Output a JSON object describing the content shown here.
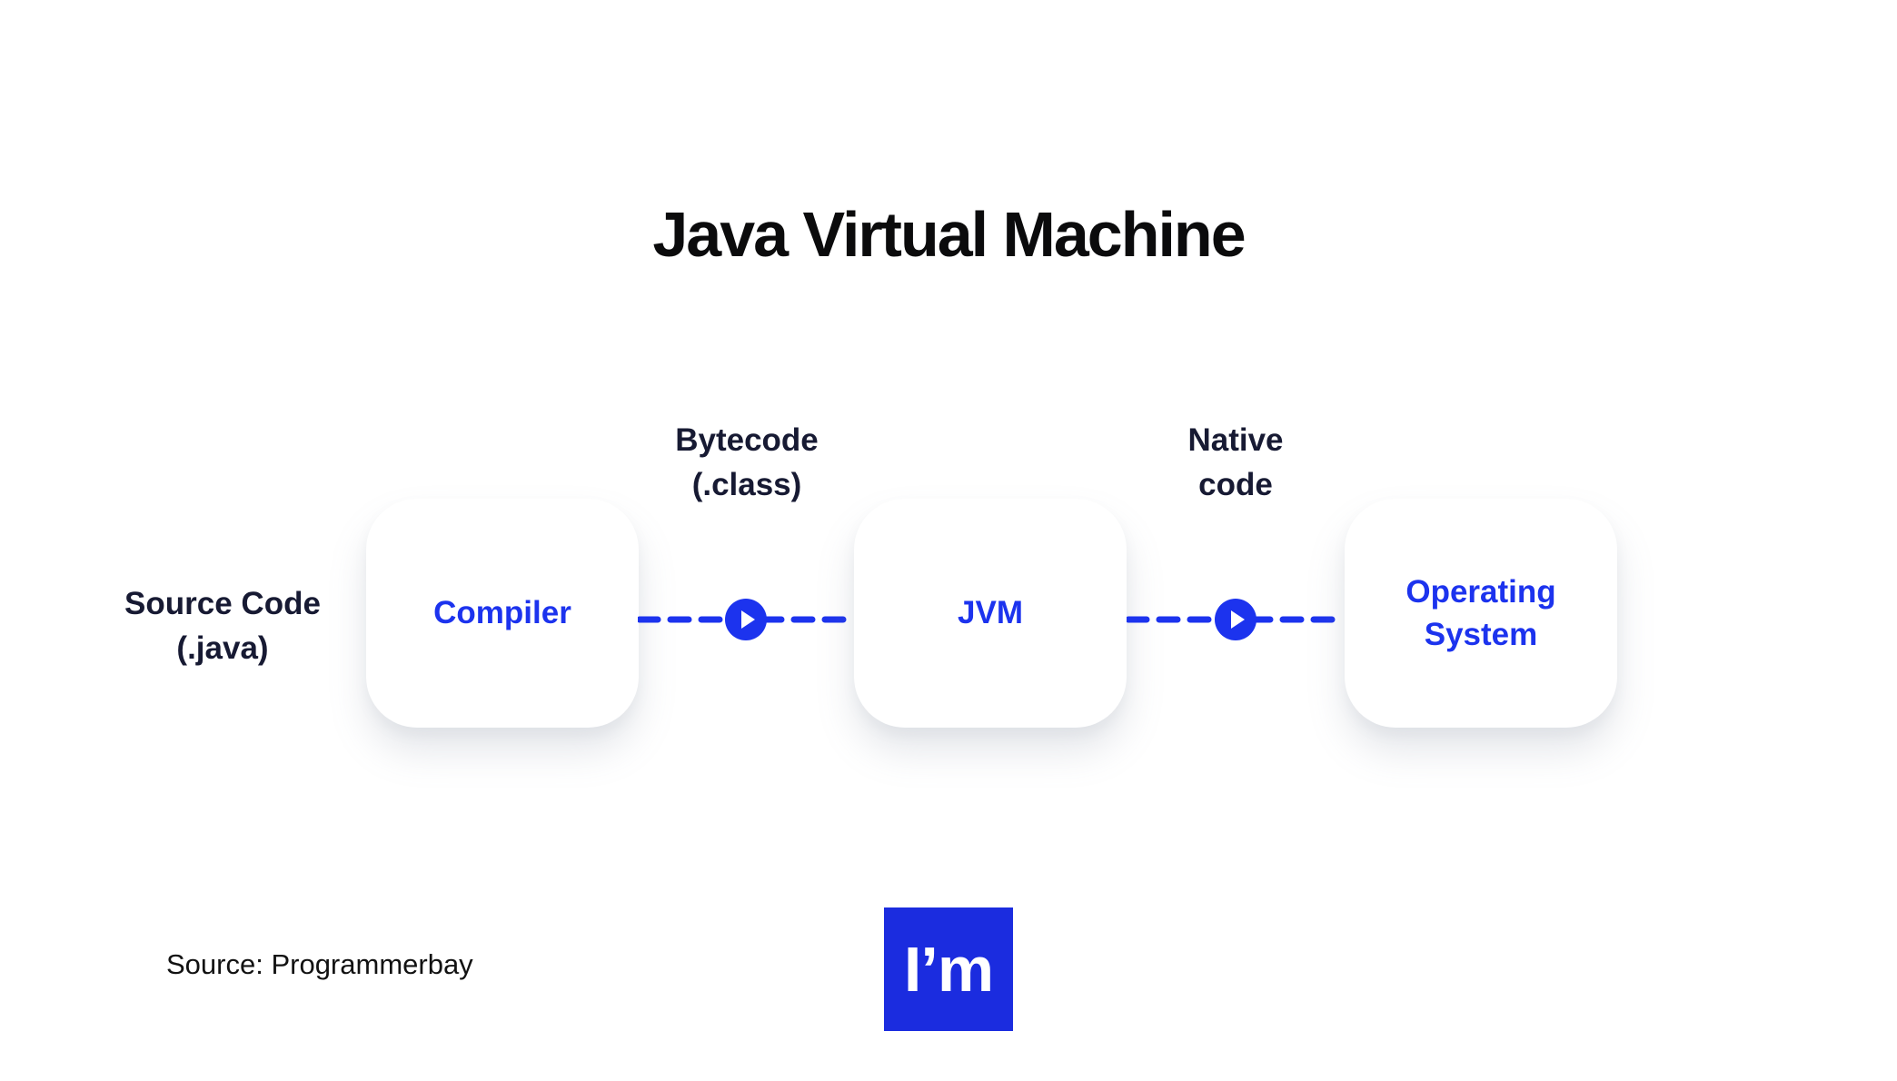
{
  "title": "Java Virtual Machine",
  "diagram": {
    "source_label": {
      "line1": "Source Code",
      "line2": "(.java)"
    },
    "nodes": [
      {
        "id": "compiler",
        "label": "Compiler"
      },
      {
        "id": "jvm",
        "label": "JVM"
      },
      {
        "id": "os",
        "label": "Operating System"
      }
    ],
    "connectors": [
      {
        "id": "bytecode",
        "label_line1": "Bytecode",
        "label_line2": "(.class)",
        "icon": "play-icon"
      },
      {
        "id": "native",
        "label_line1": "Native",
        "label_line2": "code",
        "icon": "play-icon"
      }
    ]
  },
  "footer": {
    "source_text": "Source: Programmerbay",
    "logo_text": "I’m"
  },
  "colors": {
    "accent_blue": "#1c33ee",
    "dark_navy": "#171a33",
    "logo_blue": "#1b2cdf",
    "text_black": "#0b0b0c",
    "background": "#ffffff"
  }
}
